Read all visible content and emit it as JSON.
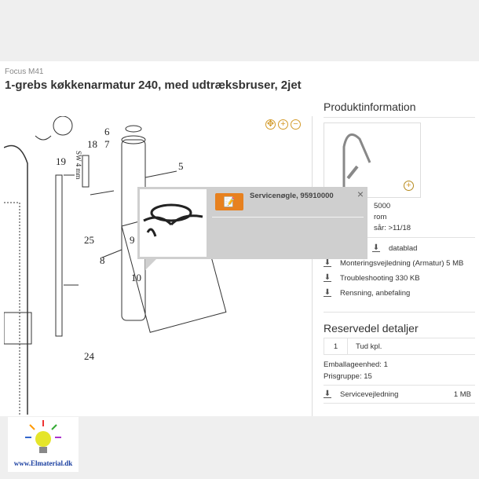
{
  "breadcrumb": "Focus M41",
  "title": "1-grebs køkkenarmatur 240, med udtræksbruser, 2jet",
  "diagram": {
    "labels": [
      "19",
      "18",
      "6",
      "7",
      "5",
      "SW 4 mm",
      "25",
      "9",
      "8",
      "10",
      "24"
    ],
    "zoom_controls": [
      "reset-icon",
      "zoom-in-icon",
      "zoom-out-icon"
    ]
  },
  "product": {
    "heading": "Produktinformation",
    "meta": [
      "5000",
      "rom",
      "sår: >11/18"
    ],
    "docs": [
      {
        "label": "datablad"
      },
      {
        "label": "Monteringsvejledning (Armatur) 5 MB"
      },
      {
        "label": "Troubleshooting 330 KB"
      },
      {
        "label": "Rensning, anbefaling"
      }
    ]
  },
  "spare": {
    "heading": "Reservedel detaljer",
    "qty": "1",
    "name": "Tud kpl.",
    "pack": "Emballageenhed: 1",
    "price_group": "Prisgruppe: 15",
    "doc": {
      "label": "Servicevejledning",
      "size": "1 MB"
    }
  },
  "popup": {
    "title": "Servicenøgle, 95910000",
    "close": "×",
    "accent": "#e7811f"
  },
  "logo": {
    "text": "www.Elmaterial.dk"
  }
}
